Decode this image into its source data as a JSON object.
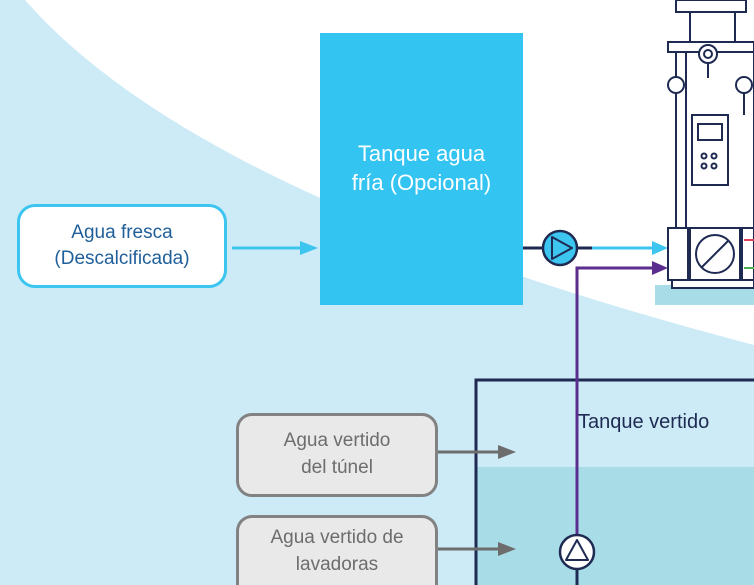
{
  "fresh_water": {
    "line1": "Agua fresca",
    "line2": "(Descalcificada)"
  },
  "cold_tank": {
    "line1": "Tanque agua",
    "line2": "fría (Opcional)"
  },
  "tunnel_waste": {
    "line1": "Agua vertido",
    "line2": "del túnel"
  },
  "washer_waste": {
    "line1": "Agua vertido de",
    "line2": "lavadoras"
  },
  "waste_tank": {
    "label": "Tanque vertido"
  },
  "colors": {
    "light_blue": "#3cc5ef",
    "tank_blue": "#33c4f2",
    "purple": "#5b2d8e",
    "navy": "#1e2a52",
    "water": "#a8dde8",
    "background_curve": "#cdebf6"
  }
}
